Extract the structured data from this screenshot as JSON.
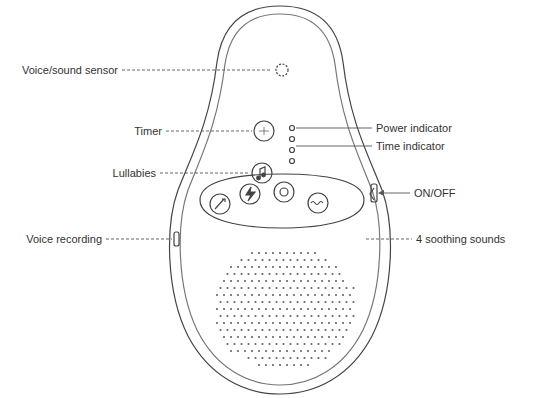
{
  "diagram": {
    "labels": [
      "Voice/sound sensor",
      "Timer",
      "Lullabies",
      "Voice recording",
      "Power indicator",
      "Time indicator",
      "ON/OFF",
      "4 soothing sounds"
    ]
  }
}
